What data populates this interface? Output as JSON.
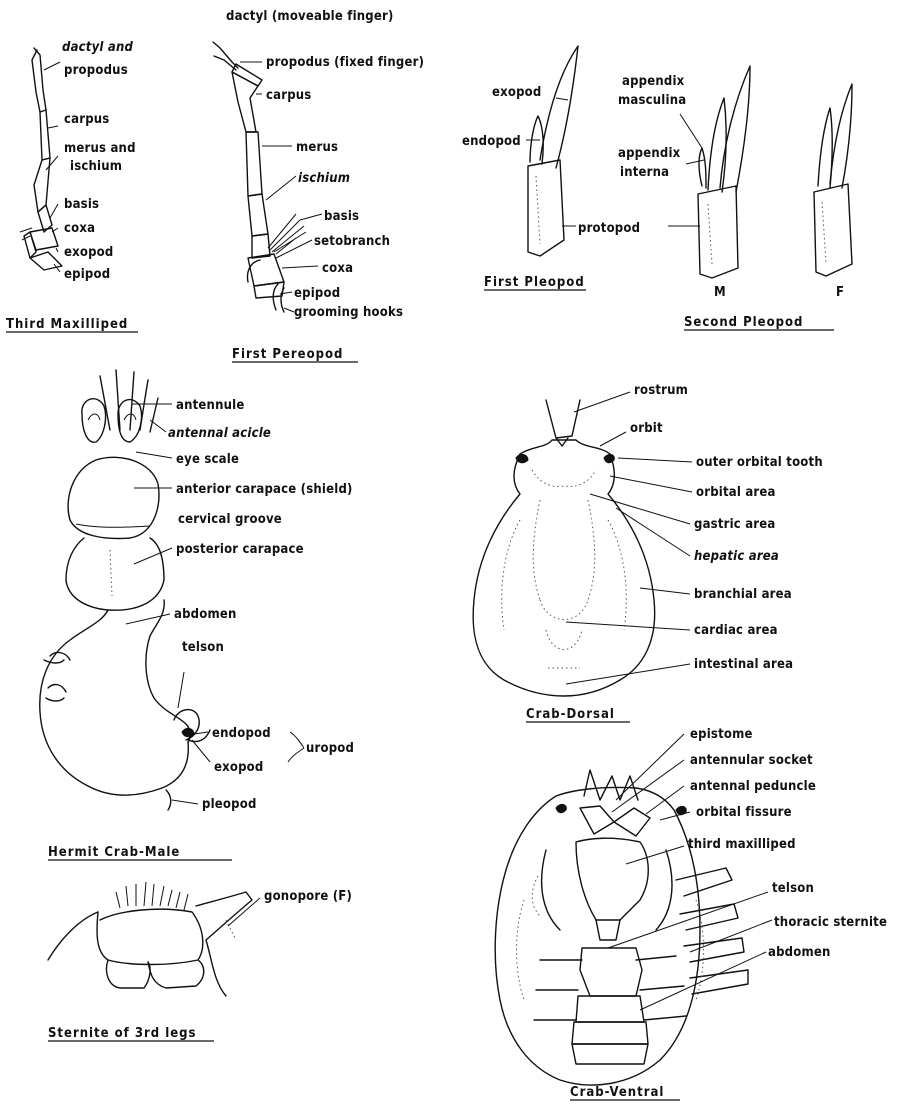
{
  "third_maxilliped": {
    "caption": "Third Maxilliped",
    "labels": {
      "dactyl_and": "dactyl and",
      "propodus": "propodus",
      "carpus": "carpus",
      "merus_and": "merus and",
      "ischium": "ischium",
      "basis": "basis",
      "coxa": "coxa",
      "exopod": "exopod",
      "epipod": "epipod"
    }
  },
  "first_pereopod": {
    "caption": "First Pereopod",
    "labels": {
      "dactyl": "dactyl (moveable finger)",
      "propodus": "propodus (fixed finger)",
      "carpus": "carpus",
      "merus": "merus",
      "ischium": "ischium",
      "basis": "basis",
      "setobranch": "setobranch",
      "coxa": "coxa",
      "epipod": "epipod",
      "grooming_hooks": "grooming hooks"
    }
  },
  "first_pleopod": {
    "caption": "First Pleopod",
    "labels": {
      "exopod": "exopod",
      "endopod": "endopod",
      "protopod": "protopod"
    }
  },
  "second_pleopod": {
    "caption": "Second Pleopod",
    "labels": {
      "appendix_line1": "appendix",
      "masculina": "masculina",
      "appendix2_line1": "appendix",
      "interna": "interna",
      "m": "M",
      "f": "F"
    }
  },
  "hermit_crab": {
    "caption": "Hermit Crab-Male",
    "labels": {
      "antennule": "antennule",
      "antennal_acicle": "antennal acicle",
      "eye_scale": "eye scale",
      "anterior_carapace": "anterior carapace (shield)",
      "cervical_groove": "cervical groove",
      "posterior_carapace": "posterior carapace",
      "abdomen": "abdomen",
      "telson": "telson",
      "endopod": "endopod",
      "exopod": "exopod",
      "uropod": "uropod",
      "pleopod": "pleopod"
    }
  },
  "crab_dorsal": {
    "caption": "Crab-Dorsal",
    "labels": {
      "rostrum": "rostrum",
      "orbit": "orbit",
      "outer_orbital_tooth": "outer orbital tooth",
      "orbital_area": "orbital area",
      "gastric_area": "gastric area",
      "hepatic_area": "hepatic area",
      "branchial_area": "branchial area",
      "cardiac_area": "cardiac area",
      "intestinal_area": "intestinal area"
    }
  },
  "sternite": {
    "caption": "Sternite of 3rd legs",
    "labels": {
      "gonopore": "gonopore (F)"
    }
  },
  "crab_ventral": {
    "caption": "Crab-Ventral",
    "labels": {
      "epistome": "epistome",
      "antennular_socket": "antennular socket",
      "antennal_peduncle": "antennal peduncle",
      "orbital_fissure": "orbital fissure",
      "third_maxilliped": "third maxilliped",
      "telson": "telson",
      "thoracic_sternite": "thoracic sternite",
      "abdomen": "abdomen"
    }
  }
}
